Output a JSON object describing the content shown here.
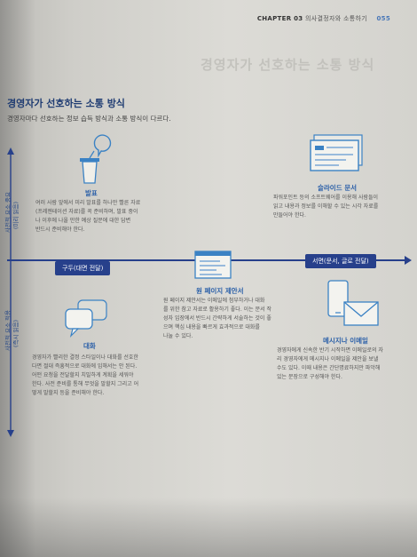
{
  "header": {
    "chapter": "CHAPTER 03",
    "section": "의사결정자와 소통하기",
    "page_number": "055"
  },
  "ghost_heading": "경영자가 선호하는 소통 방식",
  "title": "경영자가 선호하는 소통 방식",
  "subtitle": "경영자마다 선호하는 정보 습득 방식과 소통 방식이 다르다.",
  "axis": {
    "top_label": "사전적 요소 중요",
    "top_sublabel": "(미리 읽음)",
    "bottom_label": "사전적 요소 적용",
    "bottom_sublabel": "(즉시 읽음)",
    "left_pill": "구두(대면 전달)",
    "right_pill": "서면(문서, 글로 전달)"
  },
  "quadrants": {
    "presentation": {
      "heading": "발표",
      "lines": [
        "여러 사람 앞에서 미리 발표를 하나만 빨른 자료",
        "(프레젠테이션 자료)를 꼭 준비하며, 발표 중이",
        "나 이후에 나올 만한 예상 질문에 대한 답변",
        "반드시 준비해야 한다."
      ]
    },
    "slides": {
      "heading": "슬라이드 문서",
      "lines": [
        "파워포인트 등의 소프트웨어를 이용해 사람들이",
        "읽고 내용과 정보를 이해할 수 있는 시각 자료를",
        "만들어야 한다."
      ]
    },
    "one_page": {
      "heading": "원 페이지 제안서",
      "lines": [
        "원 페이지 제안서는 이메일에 첨부하거나 대화",
        "를 위한 참고 자료로 활용하기 좋다. 이는 문서 작",
        "성자 입장에서 반드시 간략하게 서술하는 것이 좋",
        "으며 핵심 내용을 빠르게 효과적으로 대화를",
        "나눌 수 있다."
      ]
    },
    "conversation": {
      "heading": "대화",
      "lines": [
        "경영자가 빨리한 결정 스타일이나 대화를 선호한",
        "다면 절대 즉흥적으로 대화에 임해서는 안 된다.",
        "어떤 요청을 전달할지 치밀하게 계획을 세워야",
        "한다. 사전 준비를 통해 무엇을 말할지 그리고 어",
        "떻게 말할지 등을 준비해야 한다."
      ]
    },
    "message": {
      "heading": "메시지나 이메일",
      "lines": [
        "경영자에게 신속한 반기 시작하면 이메일로의 자",
        "리 경영자에게 메시지나 이메일을 제안을 보낼",
        "수도 있다. 이때 내용은 간단명료하지만 파악해",
        "있는 문장으로 구성해야 한다."
      ]
    }
  },
  "colors": {
    "navy": "#27408b",
    "accent_blue": "#2a5fa8",
    "icon_blue": "#3b82c4"
  }
}
